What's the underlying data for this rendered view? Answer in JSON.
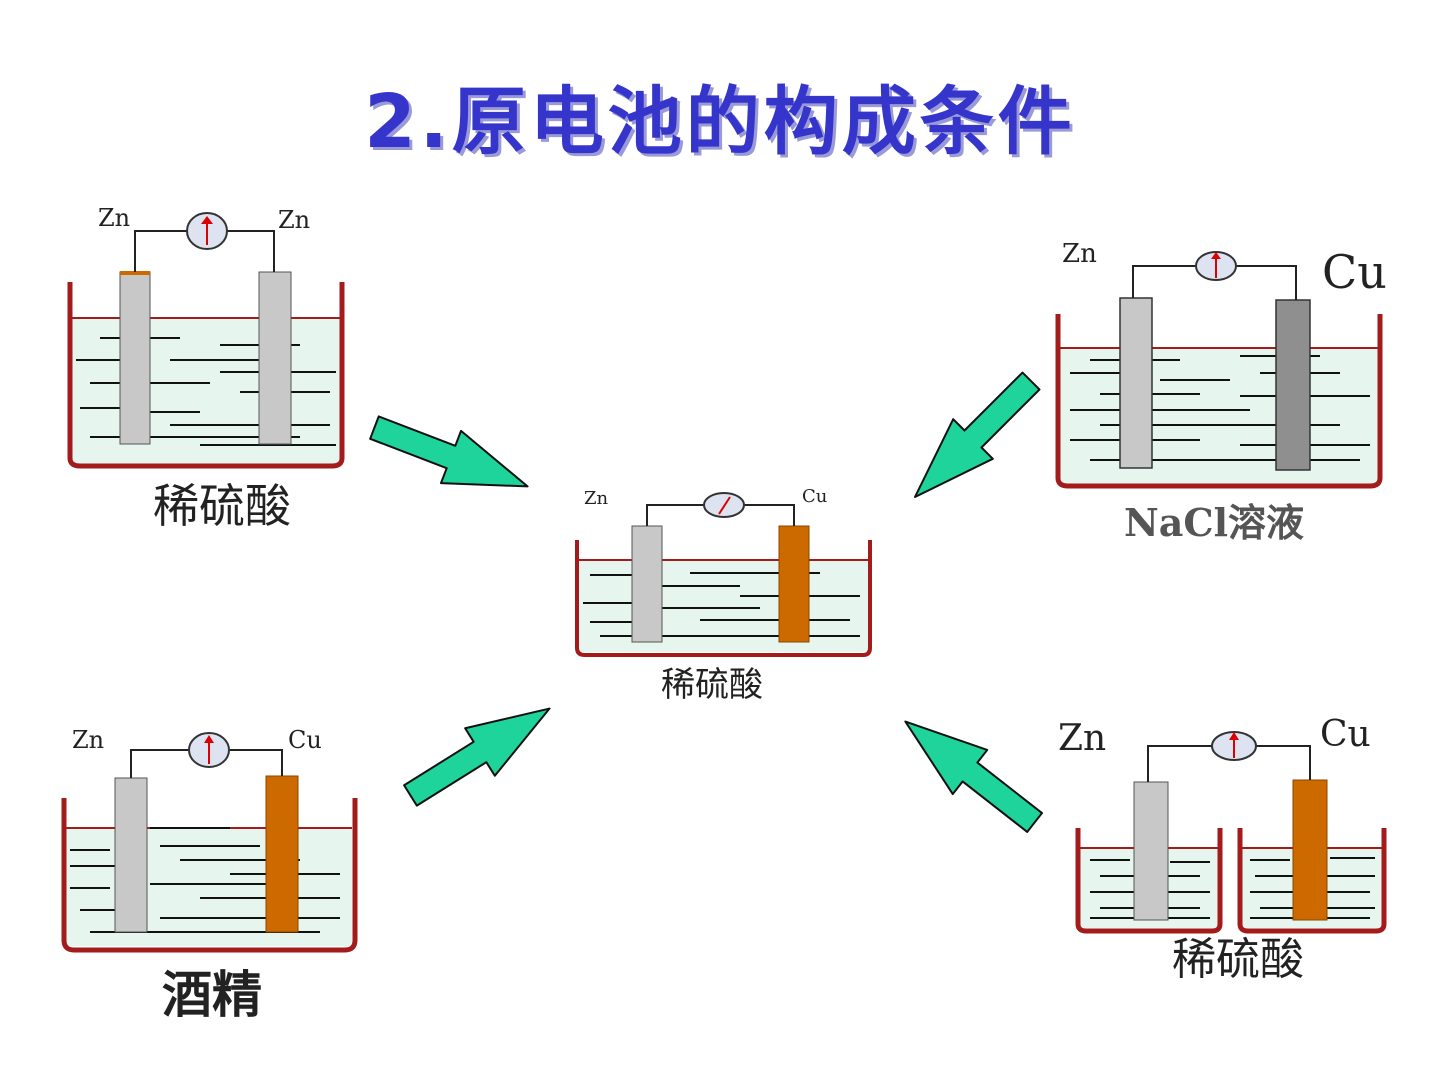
{
  "slide": {
    "title": "2.原电池的构成条件"
  },
  "colors": {
    "title": "#3535cc",
    "beaker": "#a31b1b",
    "liquid": "#e6f6ef",
    "zinc": "#c8c8c8",
    "copper": "#cc6a00",
    "arrow": "#1fd49a",
    "wire": "#222222"
  },
  "cells": {
    "top_left": {
      "left_label": "Zn",
      "right_label": "Zn",
      "solution": "稀硫酸"
    },
    "center": {
      "left_label": "Zn",
      "right_label": "Cu",
      "solution": "稀硫酸"
    },
    "top_right": {
      "left_label": "Zn",
      "right_label": "Cu",
      "solution": "NaCl溶液"
    },
    "bottom_left": {
      "left_label": "Zn",
      "right_label": "Cu",
      "solution": "酒精"
    },
    "bottom_right": {
      "left_label": "Zn",
      "right_label": "Cu",
      "solution": "稀硫酸"
    }
  },
  "icons": {
    "meter": "galvanometer-icon",
    "arrow": "arrow-icon"
  }
}
